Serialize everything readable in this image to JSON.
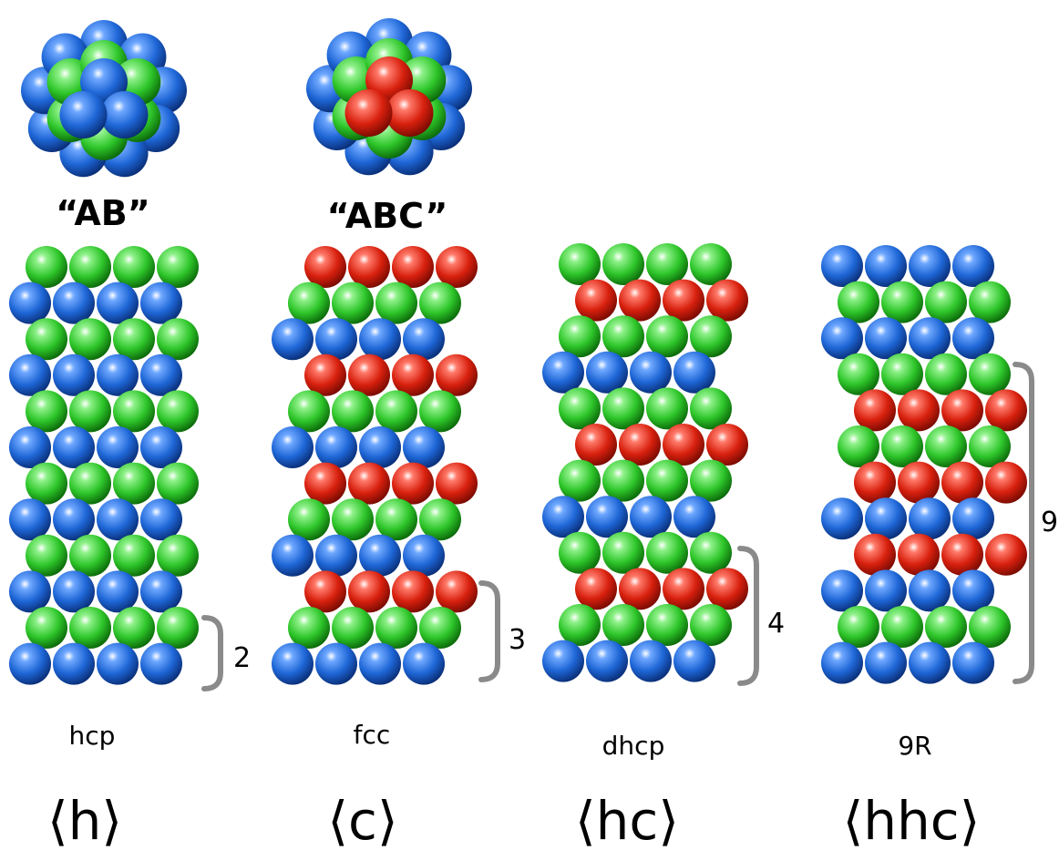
{
  "colors": {
    "A": "#1e66d6",
    "B": "#2ec62a",
    "C": "#d8200e",
    "bracket": "#8a8a8a"
  },
  "clusters": [
    {
      "label": "“AB”",
      "layers": [
        "A",
        "B",
        "A"
      ]
    },
    {
      "label": "“ABC”",
      "layers": [
        "A",
        "B",
        "C"
      ]
    }
  ],
  "columns": [
    {
      "label": "hcp",
      "notation": "⟨h⟩",
      "period": "2",
      "layers_top_to_bottom": [
        "B",
        "A",
        "B",
        "A",
        "B",
        "A",
        "B",
        "A",
        "B",
        "A",
        "B",
        "A"
      ]
    },
    {
      "label": "fcc",
      "notation": "⟨c⟩",
      "period": "3",
      "layers_top_to_bottom": [
        "C",
        "B",
        "A",
        "C",
        "B",
        "A",
        "C",
        "B",
        "A",
        "C",
        "B",
        "A"
      ]
    },
    {
      "label": "dhcp",
      "notation": "⟨hc⟩",
      "period": "4",
      "layers_top_to_bottom": [
        "B",
        "C",
        "B",
        "A",
        "B",
        "C",
        "B",
        "A",
        "B",
        "C",
        "B",
        "A"
      ]
    },
    {
      "label": "9R",
      "notation": "⟨hhc⟩",
      "period": "9",
      "layers_top_to_bottom": [
        "A",
        "B",
        "A",
        "B",
        "C",
        "B",
        "C",
        "A",
        "C",
        "A",
        "B",
        "A"
      ]
    }
  ]
}
